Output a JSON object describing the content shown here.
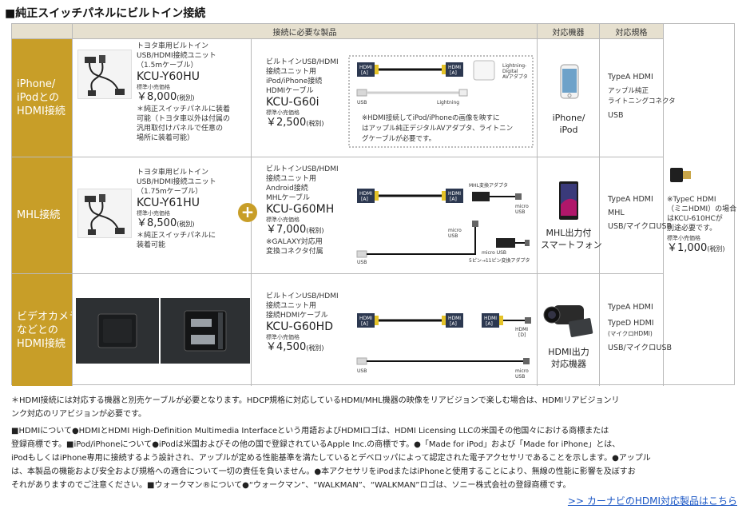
{
  "title": "■純正スイッチパネルにビルトイン接続",
  "headers": {
    "products": "接続に必要な製品",
    "devices": "対応機器",
    "specs": "対応規格"
  },
  "rows": [
    {
      "label": [
        "iPhone/",
        "iPodとの",
        "HDMI接続"
      ],
      "unit": {
        "desc": [
          "トヨタ車用ビルトイン",
          "USB/HDMI接続ユニット",
          "（1.5mケーブル）"
        ],
        "model": "KCU-Y60HU",
        "price_label": "標準小売価格",
        "price": "￥8,000",
        "tax": "(税別)",
        "note": [
          "＊純正スイッチパネルに装着",
          "可能（トヨタ車以外は付属の",
          "汎用取付けパネルで任意の",
          "場所に装着可能）"
        ]
      },
      "cable": {
        "desc": [
          "ビルトインUSB/HDMI",
          "接続ユニット用",
          "iPod/iPhone接続",
          "HDMIケーブル"
        ],
        "model": "KCU-G60i",
        "price_label": "標準小売価格",
        "price": "￥2,500",
        "tax": "(税別)",
        "note": [
          "※HDMI接続してiPod/iPhoneの画像を映すに",
          "はアップル純正デジタルAVアダプタ、ライトニン",
          "グケーブルが必要です。"
        ],
        "labels": {
          "hdmi": "HDMI",
          "hdmi_a": "[A]",
          "usb": "USB",
          "lightning": "Lightning",
          "adapter": [
            "Lightning-",
            "Digital",
            "AVアダプタ"
          ]
        }
      },
      "device": [
        "iPhone/",
        "iPod"
      ],
      "spec": [
        "TypeA HDMI",
        "アップル純正",
        "ライトニングコネクタ",
        "USB"
      ]
    },
    {
      "label": [
        "MHL接続"
      ],
      "unit": {
        "desc": [
          "トヨタ車用ビルトイン",
          "USB/HDMI接続ユニット",
          "（1.75mケーブル）"
        ],
        "model": "KCU-Y61HU",
        "price_label": "標準小売価格",
        "price": "￥8,500",
        "tax": "(税別)",
        "note": [
          "＊純正スイッチパネルに",
          "装着可能"
        ]
      },
      "cable": {
        "desc": [
          "ビルトインUSB/HDMI",
          "接続ユニット用",
          "Android接続",
          "MHLケーブル"
        ],
        "model": "KCU-G60MH",
        "price_label": "標準小売価格",
        "price": "￥7,000",
        "tax": "(税別)",
        "note": [
          "※GALAXY対応用",
          "変換コネクタ付属"
        ],
        "labels": {
          "mhl_adapter": "MHL変換アダプタ",
          "micro_usb": "micro USB",
          "pin_adapter": "5ピン→11ピン変換アダプタ"
        }
      },
      "device": [
        "MHL出力付",
        "スマートフォン"
      ],
      "spec": [
        "TypeA HDMI",
        "MHL",
        "USB/マイクロUSB"
      ]
    },
    {
      "label": [
        "ビデオカメラ",
        "などとの",
        "HDMI接続"
      ],
      "cable": {
        "desc": [
          "ビルトインUSB/HDMI",
          "接続ユニット用",
          "接続HDMIケーブル"
        ],
        "model": "KCU-G60HD",
        "price_label": "標準小売価格",
        "price": "￥4,500",
        "tax": "(税別)",
        "labels": {
          "hdmi_d": "[D]"
        }
      },
      "device": [
        "HDMI出力",
        "対応機器"
      ],
      "spec": [
        "TypeA HDMI",
        "TypeD HDMI",
        "(マイクロHDMI)",
        "USB/マイクロUSB"
      ]
    }
  ],
  "typec": {
    "note": [
      "※TypeC HDMI",
      "（ミニHDMI）の場合",
      "はKCU-610HCが",
      "別途必要です。"
    ],
    "price_label": "標準小売価格",
    "price": "￥1,000",
    "tax": "(税別)"
  },
  "plus": "+",
  "footnotes": [
    "＊HDMI接続には対応する機器と別売ケーブルが必要となります。HDCP規格に対応しているHDMI/MHL機器の映像をリアビジョンで楽しむ場合は、HDMIリアビジョンリ",
    "ンク対応のリアビジョンが必要です。"
  ],
  "legal": [
    "■HDMIについて●HDMIとHDMI High-Definition Multimedia Interfaceという用語およびHDMIロゴは、HDMI Licensing LLCの米国その他国々における商標または",
    "登録商標です。■iPod/iPhoneについて●iPodは米国およびその他の国で登録されているApple Inc.の商標です。●「Made for iPod」および「Made for iPhone」とは、",
    "iPodもしくはiPhone専用に接続するよう設計され、アップルが定める性能基準を満たしているとデベロッパによって認定された電子アクセサリであることを示します。●アップル",
    "は、本製品の機能および安全および規格への適合について一切の責任を負いません。●本アクセサリをiPodまたはiPhoneと使用することにより、無線の性能に影響を及ぼすお",
    "それがありますのでご注意ください。■ウォークマン®について●“ウォークマン”、“WALKMAN”、“WALKMAN”ロゴは、ソニー株式会社の登録商標です。"
  ],
  "link": ">> カーナビのHDMI対応製品はこちら"
}
